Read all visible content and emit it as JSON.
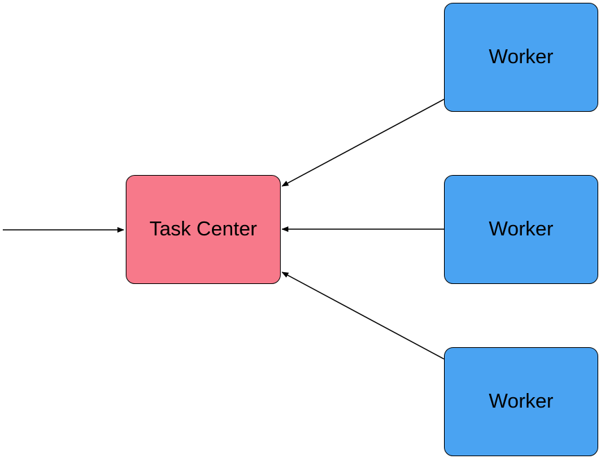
{
  "nodes": {
    "task_center": {
      "label": "Task Center"
    },
    "workers": [
      {
        "label": "Worker"
      },
      {
        "label": "Worker"
      },
      {
        "label": "Worker"
      }
    ]
  },
  "edges": [
    {
      "from": "input",
      "to": "task_center"
    },
    {
      "from": "worker_1",
      "to": "task_center"
    },
    {
      "from": "worker_2",
      "to": "task_center"
    },
    {
      "from": "worker_3",
      "to": "task_center"
    }
  ],
  "colors": {
    "task_center_fill": "#f7798a",
    "worker_fill": "#4aa3f2",
    "stroke": "#000000"
  }
}
